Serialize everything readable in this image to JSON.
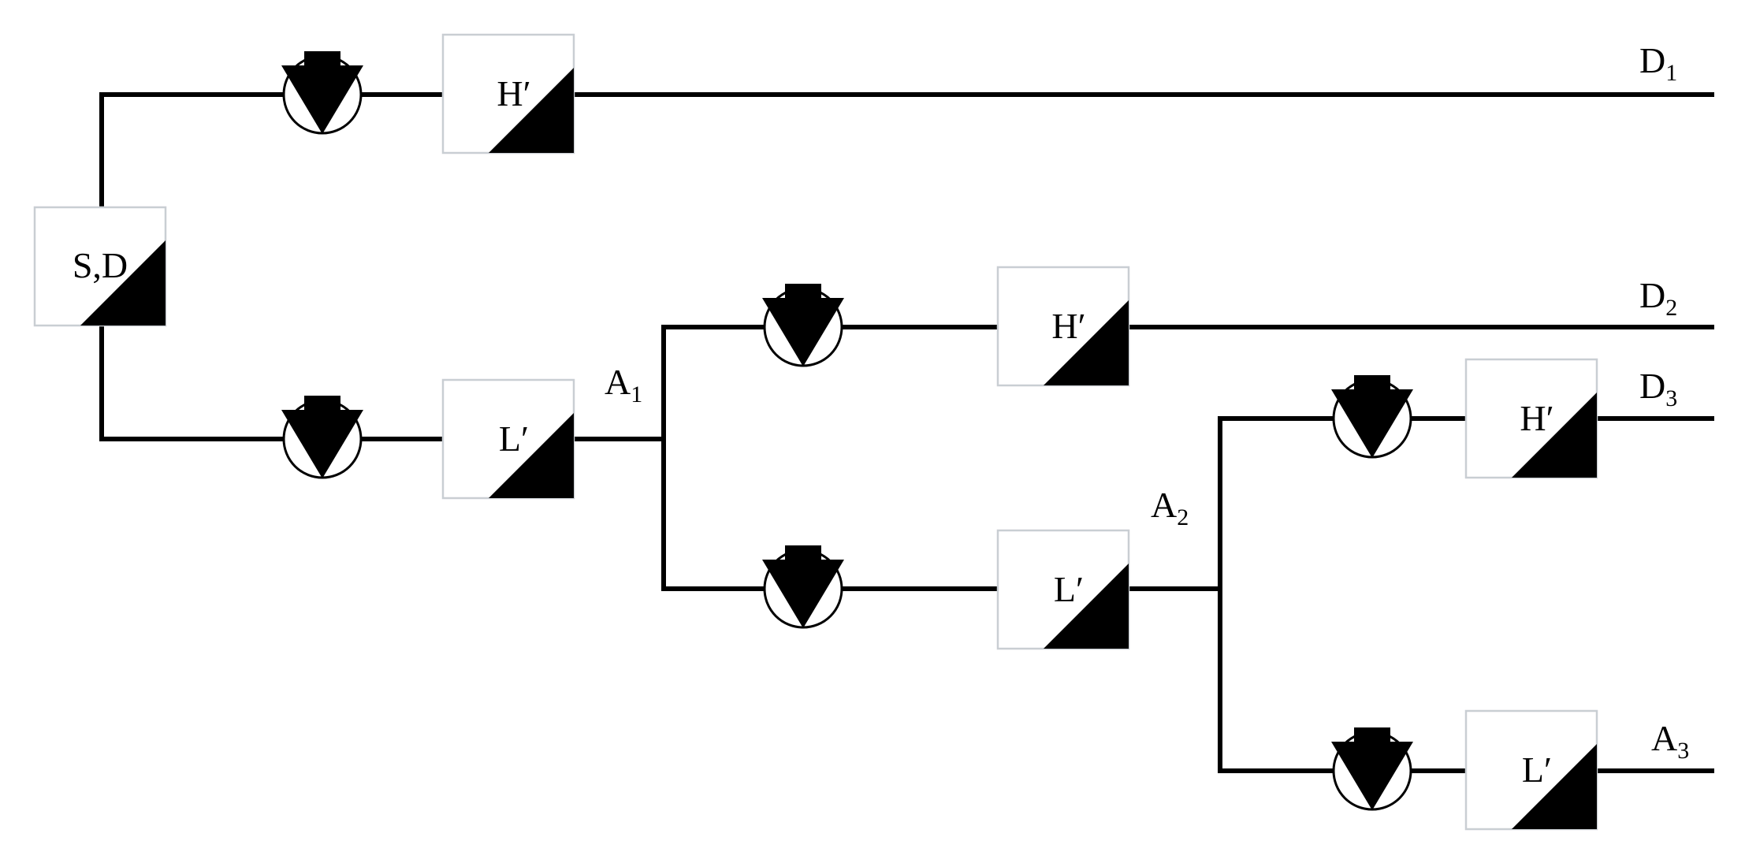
{
  "diagram": {
    "source_label": "S,D",
    "filters": {
      "h1": "H′",
      "l1": "L′",
      "h2": "H′",
      "l2": "L′",
      "h3": "H′",
      "l3": "L′"
    },
    "outputs": {
      "d1": {
        "main": "D",
        "sub": "1"
      },
      "d2": {
        "main": "D",
        "sub": "2"
      },
      "d3": {
        "main": "D",
        "sub": "3"
      },
      "a1": {
        "main": "A",
        "sub": "1"
      },
      "a2": {
        "main": "A",
        "sub": "2"
      },
      "a3": {
        "main": "A",
        "sub": "3"
      }
    },
    "colors": {
      "line": "#000000",
      "box_border": "#c9ced3",
      "box_fill": "#ffffff",
      "box_corner": "#000000"
    },
    "icons": [
      "downsampler-icon"
    ]
  }
}
